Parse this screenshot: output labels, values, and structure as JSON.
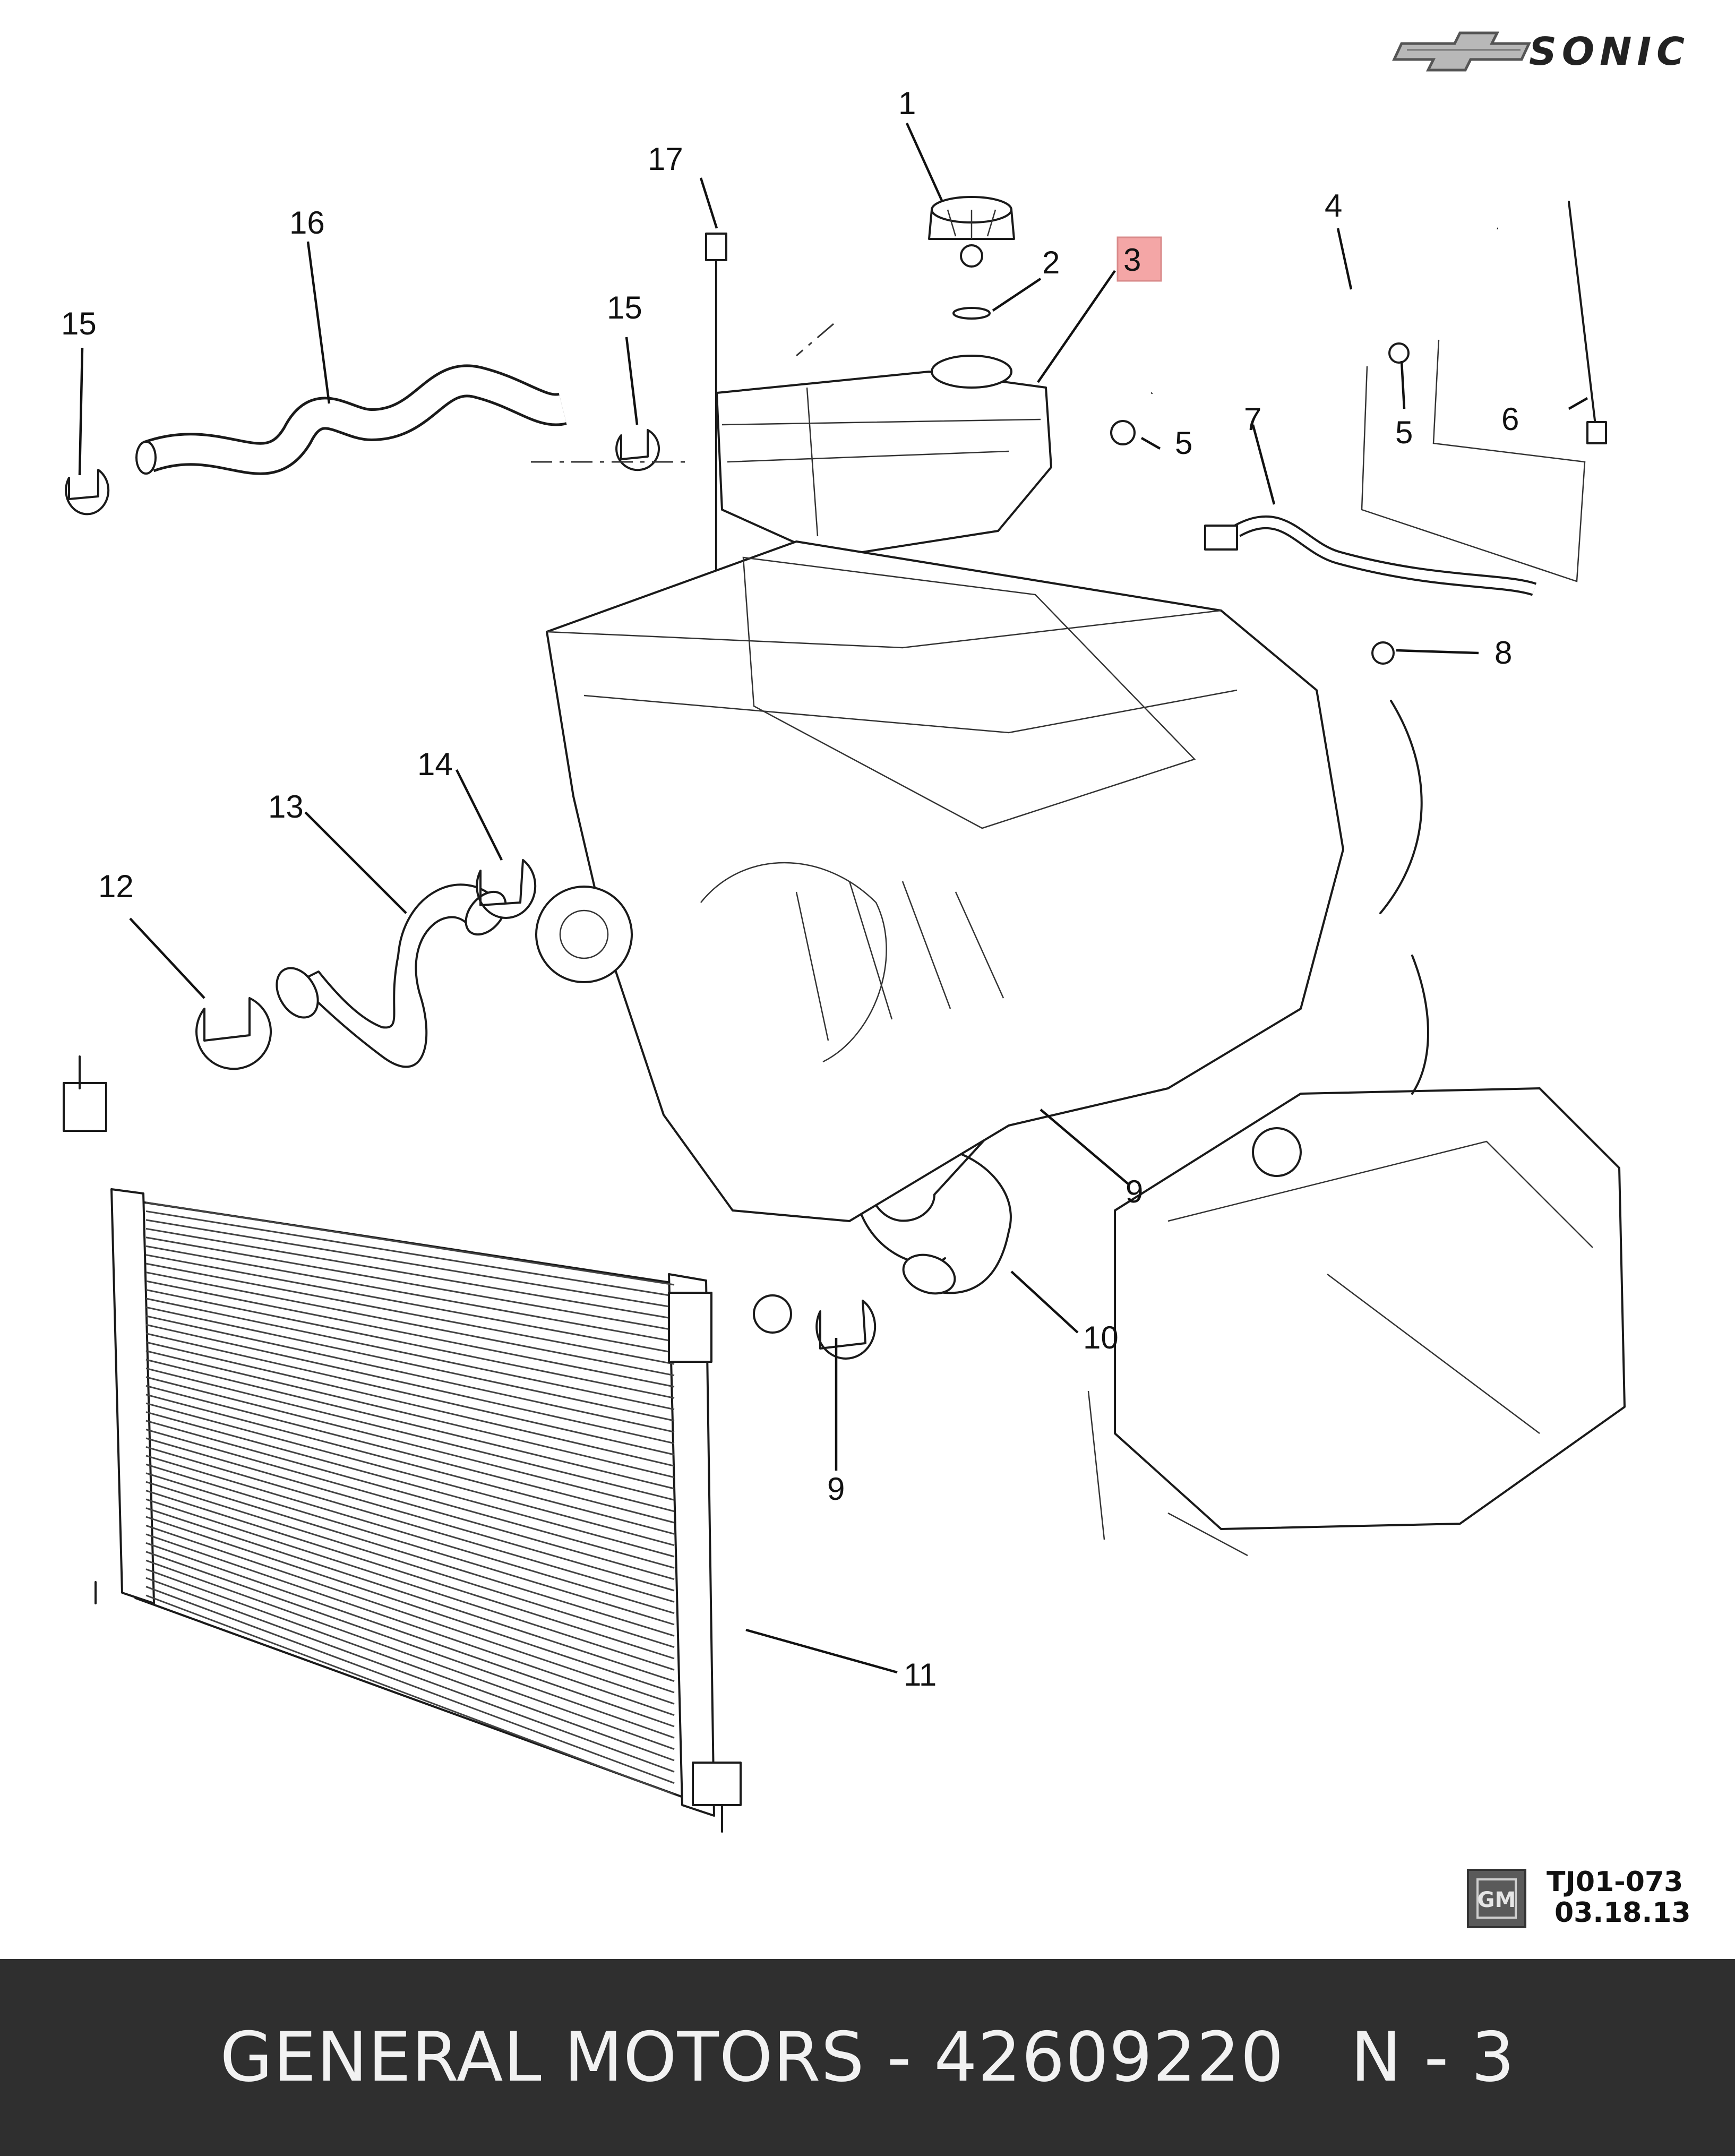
{
  "brand": {
    "model_name": "SONIC",
    "bowtie_icon": "chevrolet-bowtie-icon",
    "gm_logo_text": "GM"
  },
  "callouts": [
    "1",
    "2",
    "3",
    "4",
    "5",
    "5",
    "6",
    "7",
    "8",
    "9",
    "9",
    "10",
    "11",
    "12",
    "13",
    "14",
    "15",
    "15",
    "16",
    "17"
  ],
  "highlight": {
    "label": "3",
    "color": "#f4a6a6"
  },
  "reference": {
    "code": "TJ01-073",
    "date": "03.18.13"
  },
  "footer": {
    "text": "GENERAL MOTORS - 42609220   N - 3",
    "background": "#2f2f2f",
    "color": "#f2f2f2"
  }
}
